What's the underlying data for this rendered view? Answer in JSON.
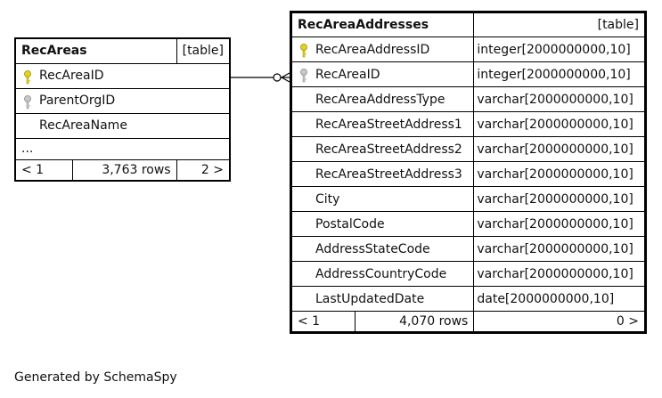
{
  "tables": {
    "recareas": {
      "name": "RecAreas",
      "type_label": "[table]",
      "columns": [
        {
          "name": "RecAreaID",
          "key": "primary"
        },
        {
          "name": "ParentOrgID",
          "key": "foreign"
        },
        {
          "name": "RecAreaName",
          "key": ""
        }
      ],
      "ellipsis": "...",
      "footer": {
        "prev": "< 1",
        "rows": "3,763 rows",
        "next": "2 >"
      }
    },
    "recareaaddresses": {
      "name": "RecAreaAddresses",
      "type_label": "[table]",
      "columns": [
        {
          "name": "RecAreaAddressID",
          "type": "integer[2000000000,10]",
          "key": "primary"
        },
        {
          "name": "RecAreaID",
          "type": "integer[2000000000,10]",
          "key": "foreign"
        },
        {
          "name": "RecAreaAddressType",
          "type": "varchar[2000000000,10]",
          "key": ""
        },
        {
          "name": "RecAreaStreetAddress1",
          "type": "varchar[2000000000,10]",
          "key": ""
        },
        {
          "name": "RecAreaStreetAddress2",
          "type": "varchar[2000000000,10]",
          "key": ""
        },
        {
          "name": "RecAreaStreetAddress3",
          "type": "varchar[2000000000,10]",
          "key": ""
        },
        {
          "name": "City",
          "type": "varchar[2000000000,10]",
          "key": ""
        },
        {
          "name": "PostalCode",
          "type": "varchar[2000000000,10]",
          "key": ""
        },
        {
          "name": "AddressStateCode",
          "type": "varchar[2000000000,10]",
          "key": ""
        },
        {
          "name": "AddressCountryCode",
          "type": "varchar[2000000000,10]",
          "key": ""
        },
        {
          "name": "LastUpdatedDate",
          "type": "date[2000000000,10]",
          "key": ""
        }
      ],
      "footer": {
        "prev": "< 1",
        "rows": "4,070 rows",
        "next": "0 >"
      }
    }
  },
  "relationship": {
    "from": "RecAreas.RecAreaID",
    "to": "RecAreaAddresses.RecAreaID",
    "icon": "zero-or-many-crowfoot-icon"
  },
  "colors": {
    "primary_key": "#e6d21a",
    "foreign_key": "#b0b0b0",
    "border": "#000000"
  },
  "generated_by": "Generated by SchemaSpy"
}
